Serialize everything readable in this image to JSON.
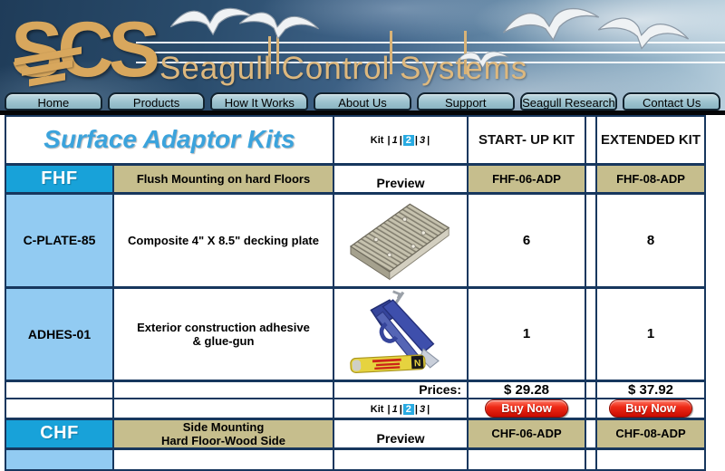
{
  "banner": {
    "logo_text": "SCS",
    "title": "Seagull Control Systems"
  },
  "nav": {
    "items": [
      {
        "label": "Home"
      },
      {
        "label": "Products"
      },
      {
        "label": "How It Works"
      },
      {
        "label": "About Us"
      },
      {
        "label": "Support"
      },
      {
        "label": "Seagull Research"
      },
      {
        "label": "Contact Us"
      }
    ]
  },
  "page": {
    "title": "Surface Adaptor Kits"
  },
  "kit_selector": {
    "label": "Kit",
    "separator": "|",
    "options": [
      "1",
      "2",
      "3"
    ],
    "selected": "2"
  },
  "columns": {
    "startup": "START- UP KIT",
    "extended": "EXTENDED KIT"
  },
  "sections": {
    "fhf": {
      "code": "FHF",
      "description": "Flush Mounting on hard Floors",
      "preview_label": "Preview",
      "startup_sku": "FHF-06-ADP",
      "extended_sku": "FHF-08-ADP"
    },
    "chf": {
      "code": "CHF",
      "description_line1": "Side Mounting",
      "description_line2": "Hard Floor-Wood Side",
      "preview_label": "Preview",
      "startup_sku": "CHF-06-ADP",
      "extended_sku": "CHF-08-ADP"
    }
  },
  "items": [
    {
      "code": "C-PLATE-85",
      "description": "Composite 4\" X 8.5\" decking plate",
      "image": "decking-plate-photo",
      "startup_qty": "6",
      "extended_qty": "8"
    },
    {
      "code": "ADHES-01",
      "description_line1": "Exterior construction adhesive",
      "description_line2": "& glue-gun",
      "image": "glue-gun-photo",
      "startup_qty": "1",
      "extended_qty": "1"
    }
  ],
  "pricing": {
    "label": "Prices:",
    "startup_price": "$ 29.28",
    "extended_price": "$ 37.92",
    "buy_button_label": "Buy Now"
  },
  "colors": {
    "accent_cyan": "#18A2D9",
    "light_blue": "#92CBF2",
    "olive": "#C6BE8D",
    "border_navy": "#17375E",
    "title_blue": "#3BA3DC",
    "buy_red": "#D6150B",
    "logo_gold": "#D8A75D",
    "kit_selected_bg": "#29ABE2"
  }
}
